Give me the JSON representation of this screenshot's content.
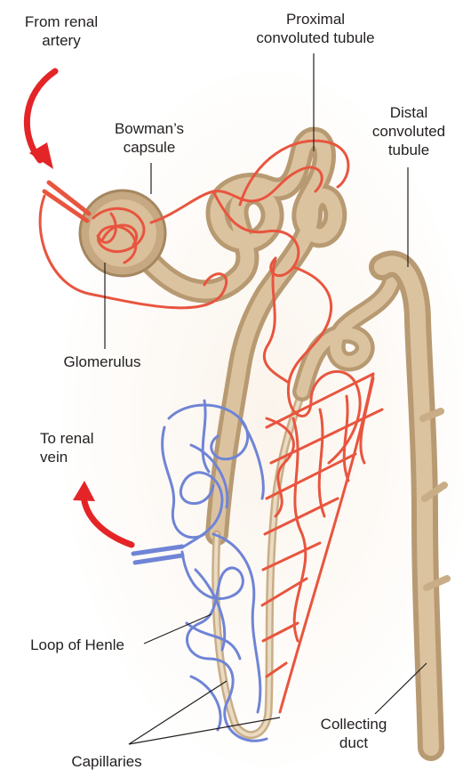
{
  "labels": {
    "from_renal_artery": [
      "From renal",
      "artery"
    ],
    "proximal": [
      "Proximal",
      "convoluted tubule"
    ],
    "distal": [
      "Distal",
      "convoluted",
      "tubule"
    ],
    "bowmans": [
      "Bowman’s",
      "capsule"
    ],
    "glomerulus": "Glomerulus",
    "to_renal_vein": [
      "To renal",
      "vein"
    ],
    "loop_of_henle": "Loop of Henle",
    "capillaries": "Capillaries",
    "collecting_duct": [
      "Collecting",
      "duct"
    ]
  },
  "colors": {
    "tubule": "#d8bd98",
    "tubule_shade": "#b89a72",
    "artery": "#e8553f",
    "vein": "#6f84d6",
    "arrow": "#e42527",
    "background_glow": "#fbf4ec",
    "text": "#231f20"
  }
}
